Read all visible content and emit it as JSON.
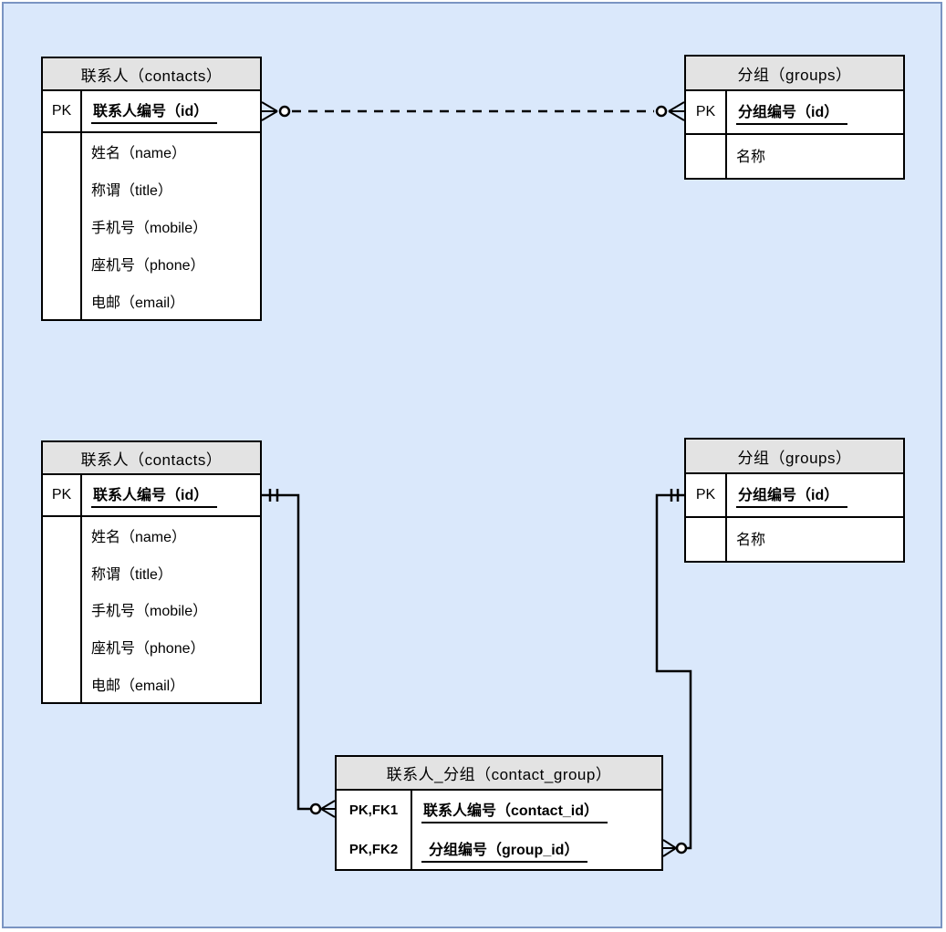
{
  "diagram": {
    "type": "entity-relationship",
    "background_color": "#dae8fb",
    "canvas_border_color": "#7a94c2",
    "entity_header_fill": "#e3e3e3",
    "entity_border_color": "#000000",
    "line_color": "#000000"
  },
  "entities": {
    "contacts": {
      "title": "联系人（contacts）",
      "pk_key": "PK",
      "pk_attr": "联系人编号（id）",
      "attrs": [
        "姓名（name）",
        "称谓（title）",
        "手机号（mobile）",
        "座机号（phone）",
        "电邮（email）"
      ]
    },
    "groups": {
      "title": "分组（groups）",
      "pk_key": "PK",
      "pk_attr": "分组编号（id）",
      "attrs": [
        "名称"
      ]
    },
    "contact_group": {
      "title": "联系人_分组（contact_group）",
      "rows": [
        {
          "key": "PK,FK1",
          "attr": "联系人编号（contact_id）"
        },
        {
          "key": "PK,FK2",
          "attr": "分组编号（group_id）"
        }
      ]
    }
  },
  "relationships": [
    {
      "from": "联系人（contacts）",
      "to": "分组（groups）",
      "style": "dashed",
      "from_end": "zero-or-many",
      "to_end": "zero-or-many"
    },
    {
      "from": "联系人（contacts）",
      "to": "联系人_分组（contact_group）",
      "style": "solid",
      "from_end": "exactly-one",
      "to_end": "zero-or-many"
    },
    {
      "from": "分组（groups）",
      "to": "联系人_分组（contact_group）",
      "style": "solid",
      "from_end": "exactly-one",
      "to_end": "zero-or-many"
    }
  ]
}
